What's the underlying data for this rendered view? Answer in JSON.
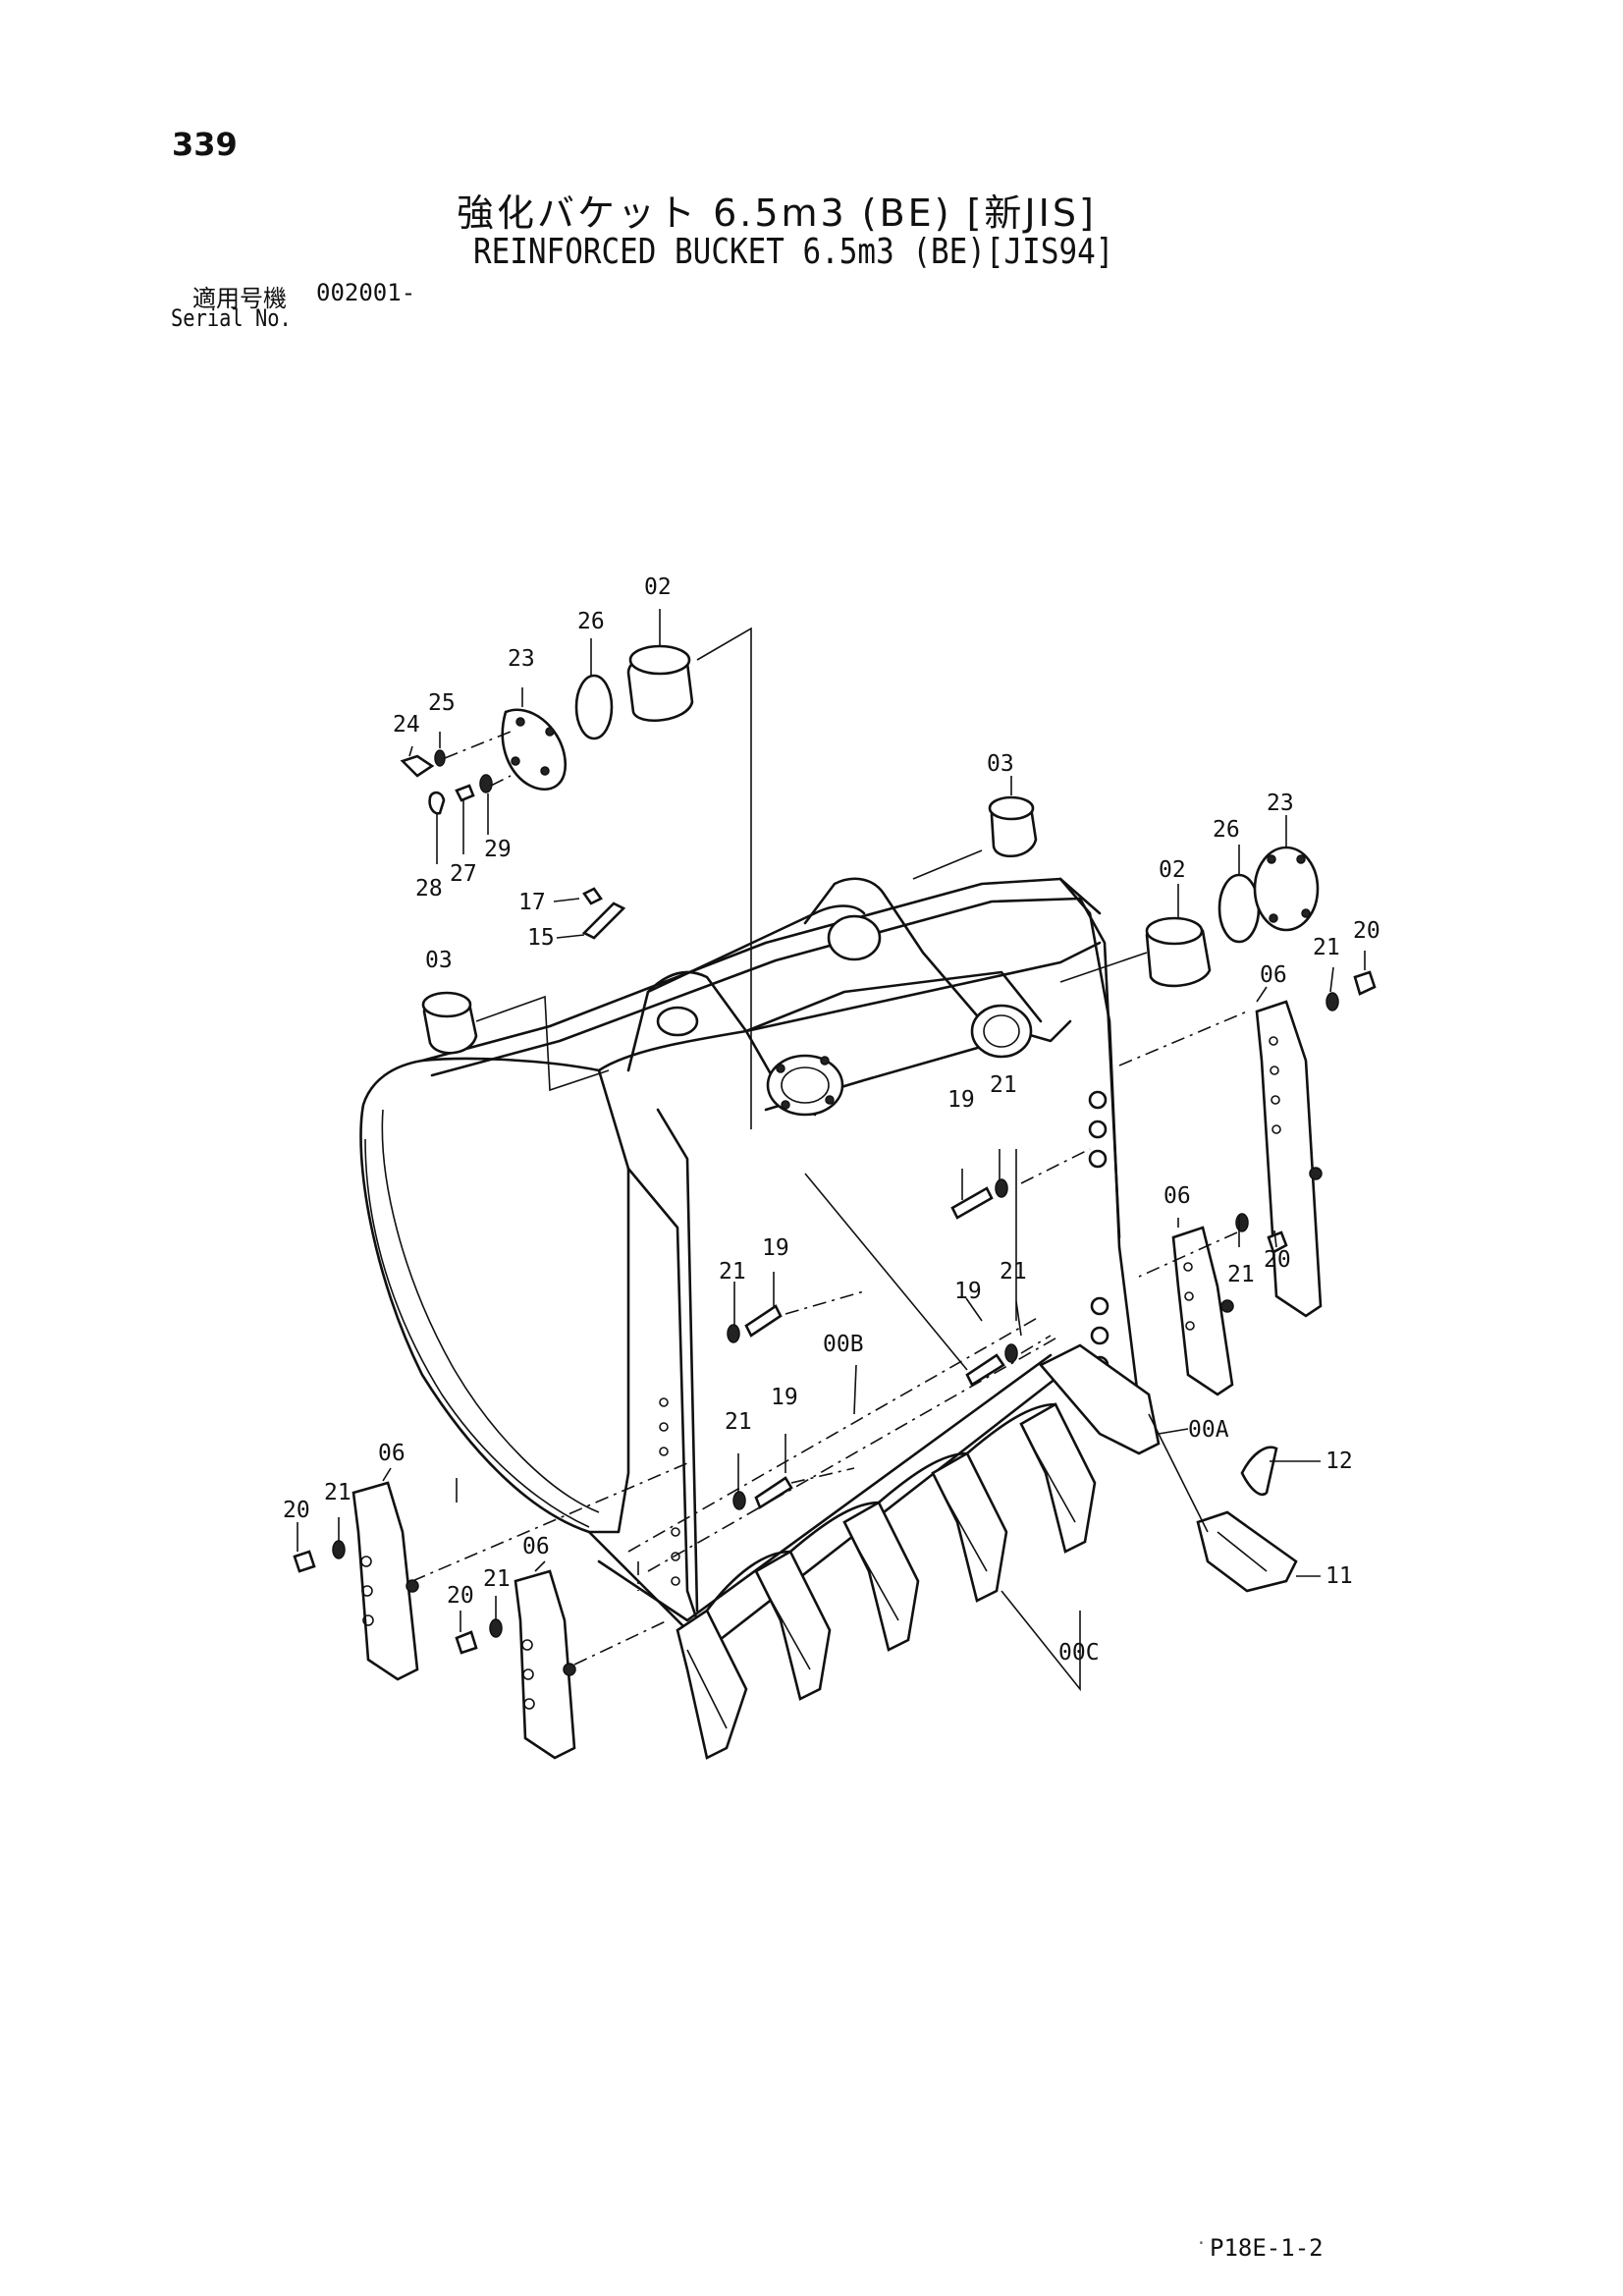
{
  "header": {
    "page_number": "339",
    "title_jp": "強化バケット 6.5m3 (BE) [新JIS]",
    "title_en": "REINFORCED BUCKET 6.5m3 (BE)[JIS94]",
    "serial_label_jp": "適用号機",
    "serial_value": "002001-",
    "serial_label_en": "Serial No."
  },
  "footer": {
    "page_code": "P18E-1-2",
    "mark": "·"
  },
  "callouts": {
    "c02a": "02",
    "c26a": "26",
    "c23a": "23",
    "c24": "24",
    "c25": "25",
    "c28": "28",
    "c27": "27",
    "c29": "29",
    "c17": "17",
    "c15": "15",
    "c03a": "03",
    "c03b": "03",
    "c02b": "02",
    "c26b": "26",
    "c23b": "23",
    "c21a": "21",
    "c20a": "20",
    "c06a": "06",
    "c19a": "19",
    "c21b": "21",
    "c06b": "06",
    "c21c": "21",
    "c20b": "20",
    "c21d": "21",
    "c19b": "19",
    "c19c": "19",
    "c21e": "21",
    "c00b": "00B",
    "c19d": "19",
    "c21f": "21",
    "c00a": "00A",
    "c12": "12",
    "c06c": "06",
    "c21g": "21",
    "c20c": "20",
    "c06d": "06",
    "c21h": "21",
    "c20d": "20",
    "c11": "11",
    "c00c": "00C"
  }
}
